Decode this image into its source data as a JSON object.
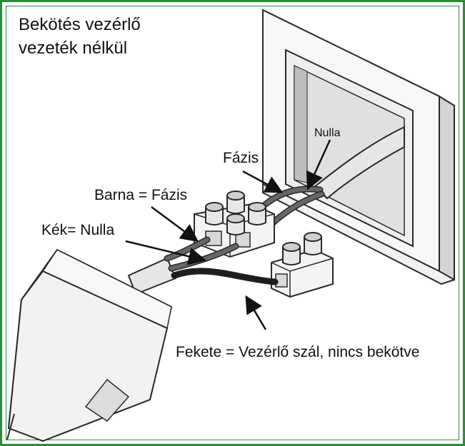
{
  "title_line1": "Bekötés vezérlő",
  "title_line2": "vezeték nélkül",
  "labels": {
    "null_top": "Nulla",
    "phase": "Fázis",
    "brown": "Barna = Fázis",
    "blue": "Kék= Nulla",
    "black": "Fekete = Vezérlő szál, nincs bekötve"
  },
  "colors": {
    "frame_border": "#2e8b3a",
    "outline": "#2a2a2a",
    "wire_dark": "#555555",
    "wire_black": "#1e1e1e",
    "cable_light": "#e6e6e6"
  }
}
